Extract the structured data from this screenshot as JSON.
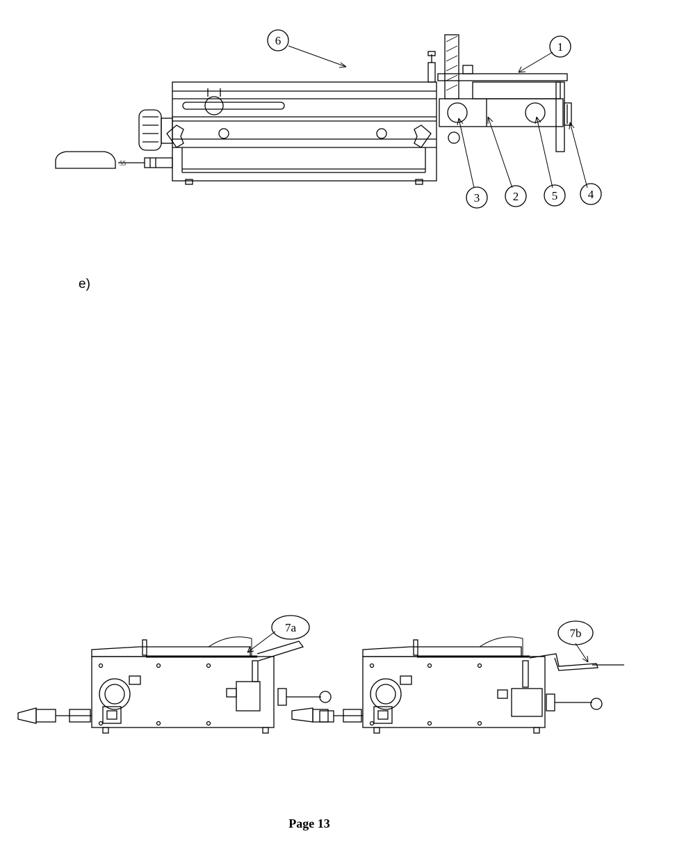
{
  "step_label": "e)",
  "page_number": "Page 13",
  "top_figure": {
    "callouts": [
      "6",
      "1",
      "3",
      "2",
      "5",
      "4"
    ]
  },
  "bottom_figures": {
    "callouts": [
      "7a",
      "7b"
    ]
  }
}
